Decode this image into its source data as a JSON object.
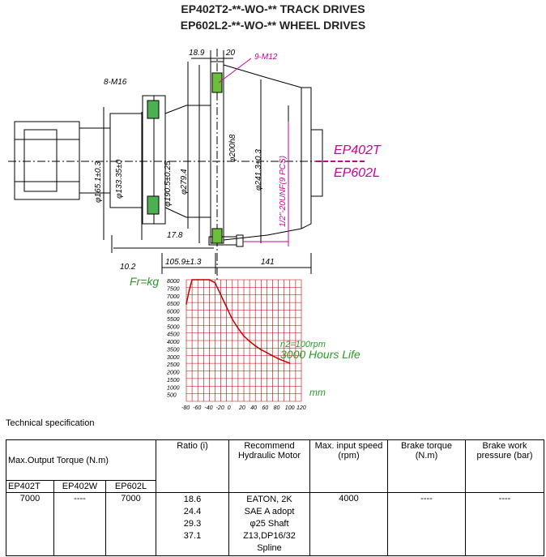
{
  "title_line1": "EP402T2-**-WO-** TRACK DRIVES",
  "title_line2": "EP602L2-**-WO-** WHEEL DRIVES",
  "drawing": {
    "dims": {
      "top_a": "18.9",
      "top_b": "20",
      "holes_right": "9-M12",
      "holes_left": "8-M16",
      "d1": "φ165.1±0.3",
      "d2": "φ133.35±0",
      "d3": "φ190.5±0.25",
      "d4": "φ279.4",
      "d5": "φ200h8",
      "d6": "φ241.3±0.3",
      "d7": "1/2\"-20UNF(9 PCS)",
      "left_off": "10.2",
      "flange_w": "17.8",
      "len_a": "105.9±1.3",
      "len_b": "141"
    },
    "model_labels": [
      "EP402T",
      "EP602L"
    ]
  },
  "chart_data": {
    "type": "line",
    "title": "Fr=kg",
    "xlabel": "mm",
    "ylabel": "",
    "x_ticks": [
      "-80",
      "-60",
      "-40",
      "-20",
      "0",
      "20",
      "40",
      "60",
      "80",
      "100",
      "120"
    ],
    "y_ticks": [
      "8000",
      "7500",
      "7000",
      "6500",
      "6000",
      "5500",
      "5000",
      "4500",
      "4000",
      "3500",
      "3000",
      "2500",
      "2000",
      "1500",
      "1000",
      "500"
    ],
    "annotation_1": "n2=100rpm",
    "annotation_2": "3000 Hours Life",
    "series": [
      {
        "x": [
          -80,
          -75,
          -70,
          -60,
          -50,
          -40,
          -30,
          -20,
          -10,
          0,
          10,
          20,
          30,
          40,
          50,
          60,
          70,
          80,
          90,
          100
        ],
        "y": [
          6400,
          7300,
          8000,
          8000,
          8000,
          8000,
          7800,
          7000,
          6200,
          5400,
          4800,
          4300,
          3950,
          3650,
          3400,
          3200,
          3000,
          2800,
          2650,
          2500
        ]
      }
    ]
  },
  "spec_label": "Technical specification",
  "table": {
    "h_torque": "Max.Output Torque (N.m)",
    "h_ratio": "Ratio (i)",
    "h_motor": "Recommend Hydraulic Motor",
    "h_speed": "Max. input speed (rpm)",
    "h_brake": "Brake torque (N.m)",
    "h_pressure": "Brake work pressure (bar)",
    "sub": [
      "EP402T",
      "EP402W",
      "EP602L"
    ],
    "torque": [
      "7000",
      "----",
      "7000"
    ],
    "ratios": [
      "18.6",
      "24.4",
      "29.3",
      "37.1"
    ],
    "motor": [
      "EATON, 2K",
      "SAE A adopt",
      "φ25 Shaft",
      "Z13,DP16/32",
      "Spline"
    ],
    "speed": "4000",
    "brake": "----",
    "pressure": "----"
  },
  "colors": {
    "drawing": "#000000",
    "pink": "#cc0099",
    "chart_grid": "#c00000",
    "chart_text": "#2a9a2a"
  }
}
